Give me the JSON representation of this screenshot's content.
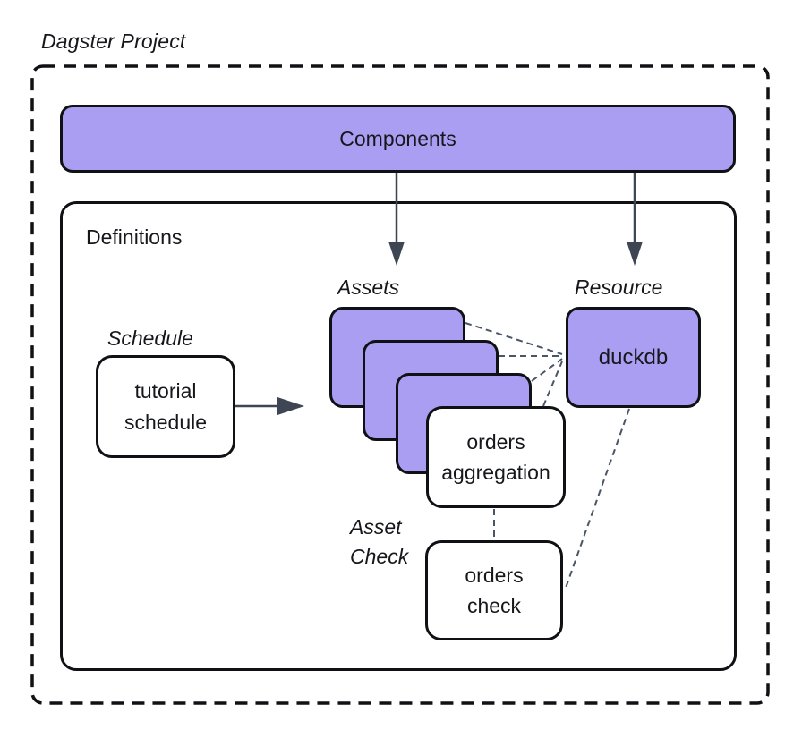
{
  "diagram": {
    "title": "Dagster Project",
    "components": {
      "label": "Components"
    },
    "definitions": {
      "label": "Definitions"
    },
    "schedule": {
      "group_label": "Schedule",
      "box_label": "tutorial\nschedule"
    },
    "assets": {
      "group_label": "Assets",
      "stack_count": 3,
      "front_box_label": "orders\naggregation"
    },
    "asset_check": {
      "group_label": "Asset\nCheck",
      "box_label": "orders\ncheck"
    },
    "resource": {
      "group_label": "Resource",
      "box_label": "duckdb"
    },
    "colors": {
      "node_purple": "#AA9EF2",
      "stroke_black": "#101114",
      "arrow_slate": "#3F4653",
      "connector_gray": "#4A5568",
      "background": "#FFFFFF"
    }
  }
}
